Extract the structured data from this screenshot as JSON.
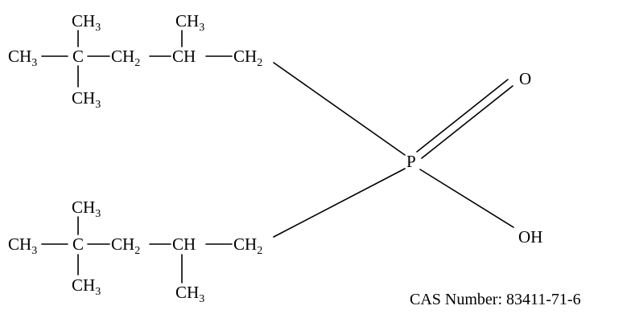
{
  "molecule": {
    "atoms": {
      "ch3": {
        "main": "CH",
        "sub": "3"
      },
      "ch2": {
        "main": "CH",
        "sub": "2"
      },
      "c": "C",
      "ch": "CH",
      "p": "P",
      "o": "O",
      "oh": "OH"
    }
  },
  "cas_label": "CAS Number: 83411-71-6"
}
